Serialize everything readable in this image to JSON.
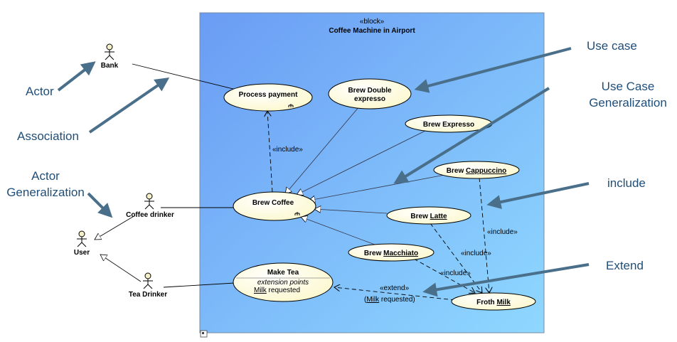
{
  "block": {
    "stereotype": "«block»",
    "title": "Coffee Machine in Airport"
  },
  "use_cases": {
    "process_payment": "Process payment",
    "brew_double_line1": "Brew Double",
    "brew_double_line2": "expresso",
    "brew_expresso": "Brew Expresso",
    "brew_cappuccino_prefix": "Brew ",
    "brew_cappuccino_ul": "Cappuccino",
    "brew_coffee": "Brew Coffee",
    "brew_latte_prefix": "Brew ",
    "brew_latte_ul": "Latte",
    "brew_macchiato_prefix": "Brew ",
    "brew_macchiato_ul": "Macchiato",
    "make_tea": "Make Tea",
    "extension_points": "extension points",
    "milk_requested_ul": "Milk",
    "milk_requested_rest": " requested",
    "froth_milk_prefix": "Froth ",
    "froth_milk_ul": "Milk"
  },
  "actors": {
    "bank": "Bank",
    "coffee_drinker": "Coffee drinker",
    "user": "User",
    "tea_drinker": "Tea Drinker"
  },
  "relations": {
    "include_payment": "«include»",
    "include_cappuccino": "«include»",
    "include_latte": "«include»",
    "include_macchiato": "«include»",
    "extend": "«extend»",
    "extend_cond_open": "(",
    "extend_cond_ul": "Milk",
    "extend_cond_rest": " requested)"
  },
  "callouts": {
    "actor": "Actor",
    "association": "Association",
    "actor_generalization_line1": "Actor",
    "actor_generalization_line2": "Generalization",
    "use_case": "Use case",
    "use_case_generalization_line1": "Use Case",
    "use_case_generalization_line2": "Generalization",
    "include": "include",
    "extend": "Extend"
  },
  "colors": {
    "callout_text": "#1f4e79",
    "arrow": "#4a6f8a",
    "usecase_fill": "#ffffd9",
    "actor_head": "#f6f0c8",
    "block_light": "#8fd2ff",
    "block_dark": "#6a9cf4"
  },
  "icons": {
    "rake": "rake-icon",
    "block_corner": "block-corner-icon"
  }
}
